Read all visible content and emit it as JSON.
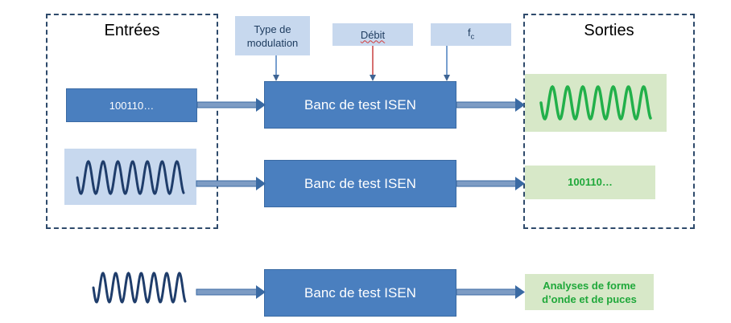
{
  "groups": {
    "inputs_title": "Entrées",
    "outputs_title": "Sorties"
  },
  "params": {
    "modulation_line1": "Type de",
    "modulation_line2": "modulation",
    "debit": "Débit",
    "fc_main": "f",
    "fc_sub": "c"
  },
  "rows": [
    {
      "input_label": "100110…",
      "bench_label": "Banc de test ISEN"
    },
    {
      "bench_label": "Banc de test ISEN",
      "output_label": "100110…"
    },
    {
      "bench_label": "Banc de test ISEN",
      "output_line1": "Analyses de forme",
      "output_line2": "d’onde et de puces"
    }
  ],
  "colors": {
    "bench_fill": "#4a7fbf",
    "param_fill": "#c7d8ee",
    "output_fill": "#d7e8c8",
    "wave_blue": "#1f3d6b",
    "wave_green": "#22b04a",
    "arrow": "#5b7fa8"
  }
}
